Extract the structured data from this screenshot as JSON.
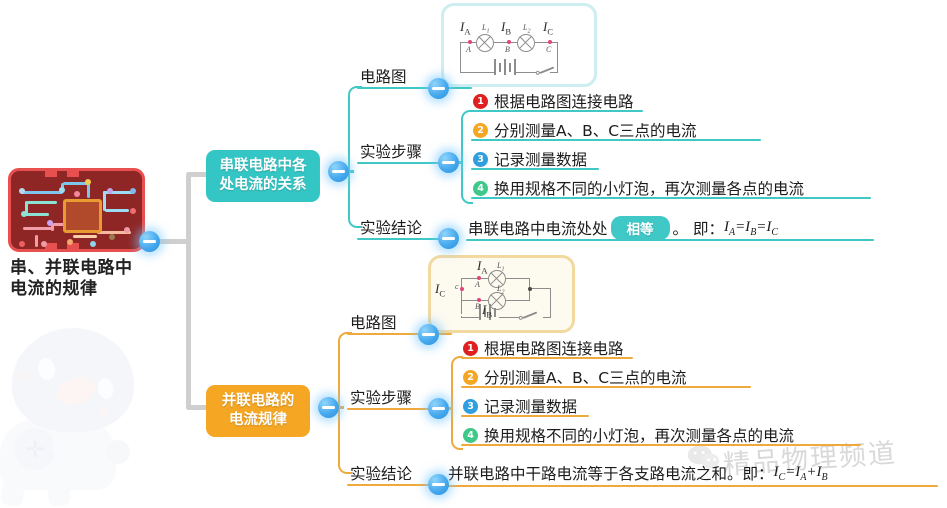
{
  "root": {
    "title": "串、并联电路中电流的规律",
    "icon": "circuit-board-image"
  },
  "branches": [
    {
      "id": "series",
      "label": "串联电路中各处电流的关系",
      "color": "#34c6c4",
      "sub_labels": {
        "diagram": "电路图",
        "steps": "实验步骤",
        "conclusion": "实验结论"
      },
      "circuit": {
        "type": "series-circuit-diagram",
        "labels": [
          "I_A",
          "L₁",
          "I_B",
          "L₂",
          "I_C"
        ],
        "points": [
          "A",
          "B",
          "C"
        ]
      },
      "steps": [
        {
          "num": "❶",
          "index": "1",
          "color": "#e02020",
          "text": "根据电路图连接电路"
        },
        {
          "num": "❷",
          "index": "2",
          "color": "#f5a623",
          "text": "分别测量A、B、C三点的电流"
        },
        {
          "num": "❸",
          "index": "3",
          "color": "#2f9fe0",
          "text": "记录测量数据"
        },
        {
          "num": "❹",
          "index": "4",
          "color": "#3fc88a",
          "text": "换用规格不同的小灯泡，再次测量各点的电流"
        }
      ],
      "conclusion": {
        "prefix": "串联电路中电流处处",
        "badge": "相等",
        "suffix": "。 即：",
        "formula": "I A = I B = I C",
        "formula_parts": [
          {
            "sym": "I",
            "sub": "A"
          },
          {
            "op": "="
          },
          {
            "sym": "I",
            "sub": "B"
          },
          {
            "op": "="
          },
          {
            "sym": "I",
            "sub": "C"
          }
        ]
      }
    },
    {
      "id": "parallel",
      "label": "并联电路的电流规律",
      "color": "#f5a623",
      "sub_labels": {
        "diagram": "电路图",
        "steps": "实验步骤",
        "conclusion": "实验结论"
      },
      "circuit": {
        "type": "parallel-circuit-diagram",
        "labels": [
          "I_C",
          "I_A",
          "L₁",
          "L₂",
          "I_B"
        ],
        "points": [
          "A",
          "B",
          "C"
        ]
      },
      "steps": [
        {
          "num": "❶",
          "index": "1",
          "color": "#e02020",
          "text": "根据电路图连接电路"
        },
        {
          "num": "❷",
          "index": "2",
          "color": "#f5a623",
          "text": "分别测量A、B、C三点的电流"
        },
        {
          "num": "❸",
          "index": "3",
          "color": "#2f9fe0",
          "text": "记录测量数据"
        },
        {
          "num": "❹",
          "index": "4",
          "color": "#3fc88a",
          "text": "换用规格不同的小灯泡，再次测量各点的电流"
        }
      ],
      "conclusion": {
        "prefix": "并联电路中干路电流等于各支路电流之和。即：",
        "badge": "",
        "suffix": "",
        "formula": "I C = I A + I B",
        "formula_parts": [
          {
            "sym": "I",
            "sub": "C"
          },
          {
            "op": "="
          },
          {
            "sym": "I",
            "sub": "A"
          },
          {
            "op": "+"
          },
          {
            "sym": "I",
            "sub": "B"
          }
        ]
      }
    }
  ],
  "watermark": {
    "text": "精品物理频道",
    "logo": "wechat-logo",
    "mascot": "robot-mascot"
  },
  "collapse_icon": "minus-circle-icon"
}
